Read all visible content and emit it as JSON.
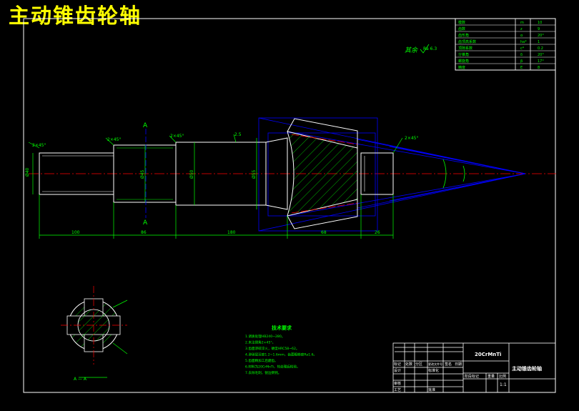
{
  "title": "主动锥齿轮轴",
  "colors": {
    "background": "#000000",
    "frame": "#ffffff",
    "dimension": "#00ff00",
    "outline": "#ffffff",
    "construction": "#0000ff",
    "centerline": "#ff0000",
    "hatch": "#00ff00",
    "title_text": "#ffff00"
  },
  "params_table": {
    "rows": [
      {
        "name": "模数",
        "sym": "m",
        "val": "10"
      },
      {
        "name": "齿数",
        "sym": "z",
        "val": "9"
      },
      {
        "name": "齿形角",
        "sym": "α",
        "val": "20°"
      },
      {
        "name": "齿顶高系数",
        "sym": "ha*",
        "val": "1"
      },
      {
        "name": "顶隙系数",
        "sym": "c*",
        "val": "0.2"
      },
      {
        "name": "分锥角",
        "sym": "δ",
        "val": "20°"
      },
      {
        "name": "螺旋角",
        "sym": "β",
        "val": "17°"
      },
      {
        "name": "精度",
        "sym": "E",
        "val": "8"
      }
    ]
  },
  "roughness_note": "其余",
  "roughness_value": "Ra 6.3",
  "section_mark": "A",
  "section_label": "A — A",
  "chamfers": {
    "left": "2×45°",
    "collar": "2×45°",
    "step": "2×45°",
    "gear_root": "2.5",
    "right": "2×45°"
  },
  "dimensions": {
    "d1": "100",
    "d2": "86",
    "d3": "180",
    "d4": "68",
    "d5": "26",
    "dia1": "Ø40",
    "dia2": "Ø45",
    "dia3": "Ø50",
    "dia4": "Ø55"
  },
  "tech_req": {
    "heading": "技术要求",
    "items": [
      "1.调质处理HB240~280。",
      "2.未注倒角2×45°。",
      "3.齿面渗碳淬火，硬度HRC58~62。",
      "4.渗碳层深度1.2~1.6mm，齿面粗糙度Ra1.6。",
      "5.齿面精加工后磨齿。",
      "6.材料为20CrMnTi，热处理后检验。",
      "7.去除毛刺，锐边倒钝。"
    ]
  },
  "title_block": {
    "material": "20CrMnTi",
    "part_name": "主动锥齿轮轴",
    "labels": [
      "标记",
      "处数",
      "分区",
      "更改文件号",
      "签名",
      "日期",
      "设计",
      "标准化",
      "审核",
      "工艺",
      "批准",
      "阶段标记",
      "重量",
      "比例"
    ],
    "scale": "1:1"
  }
}
